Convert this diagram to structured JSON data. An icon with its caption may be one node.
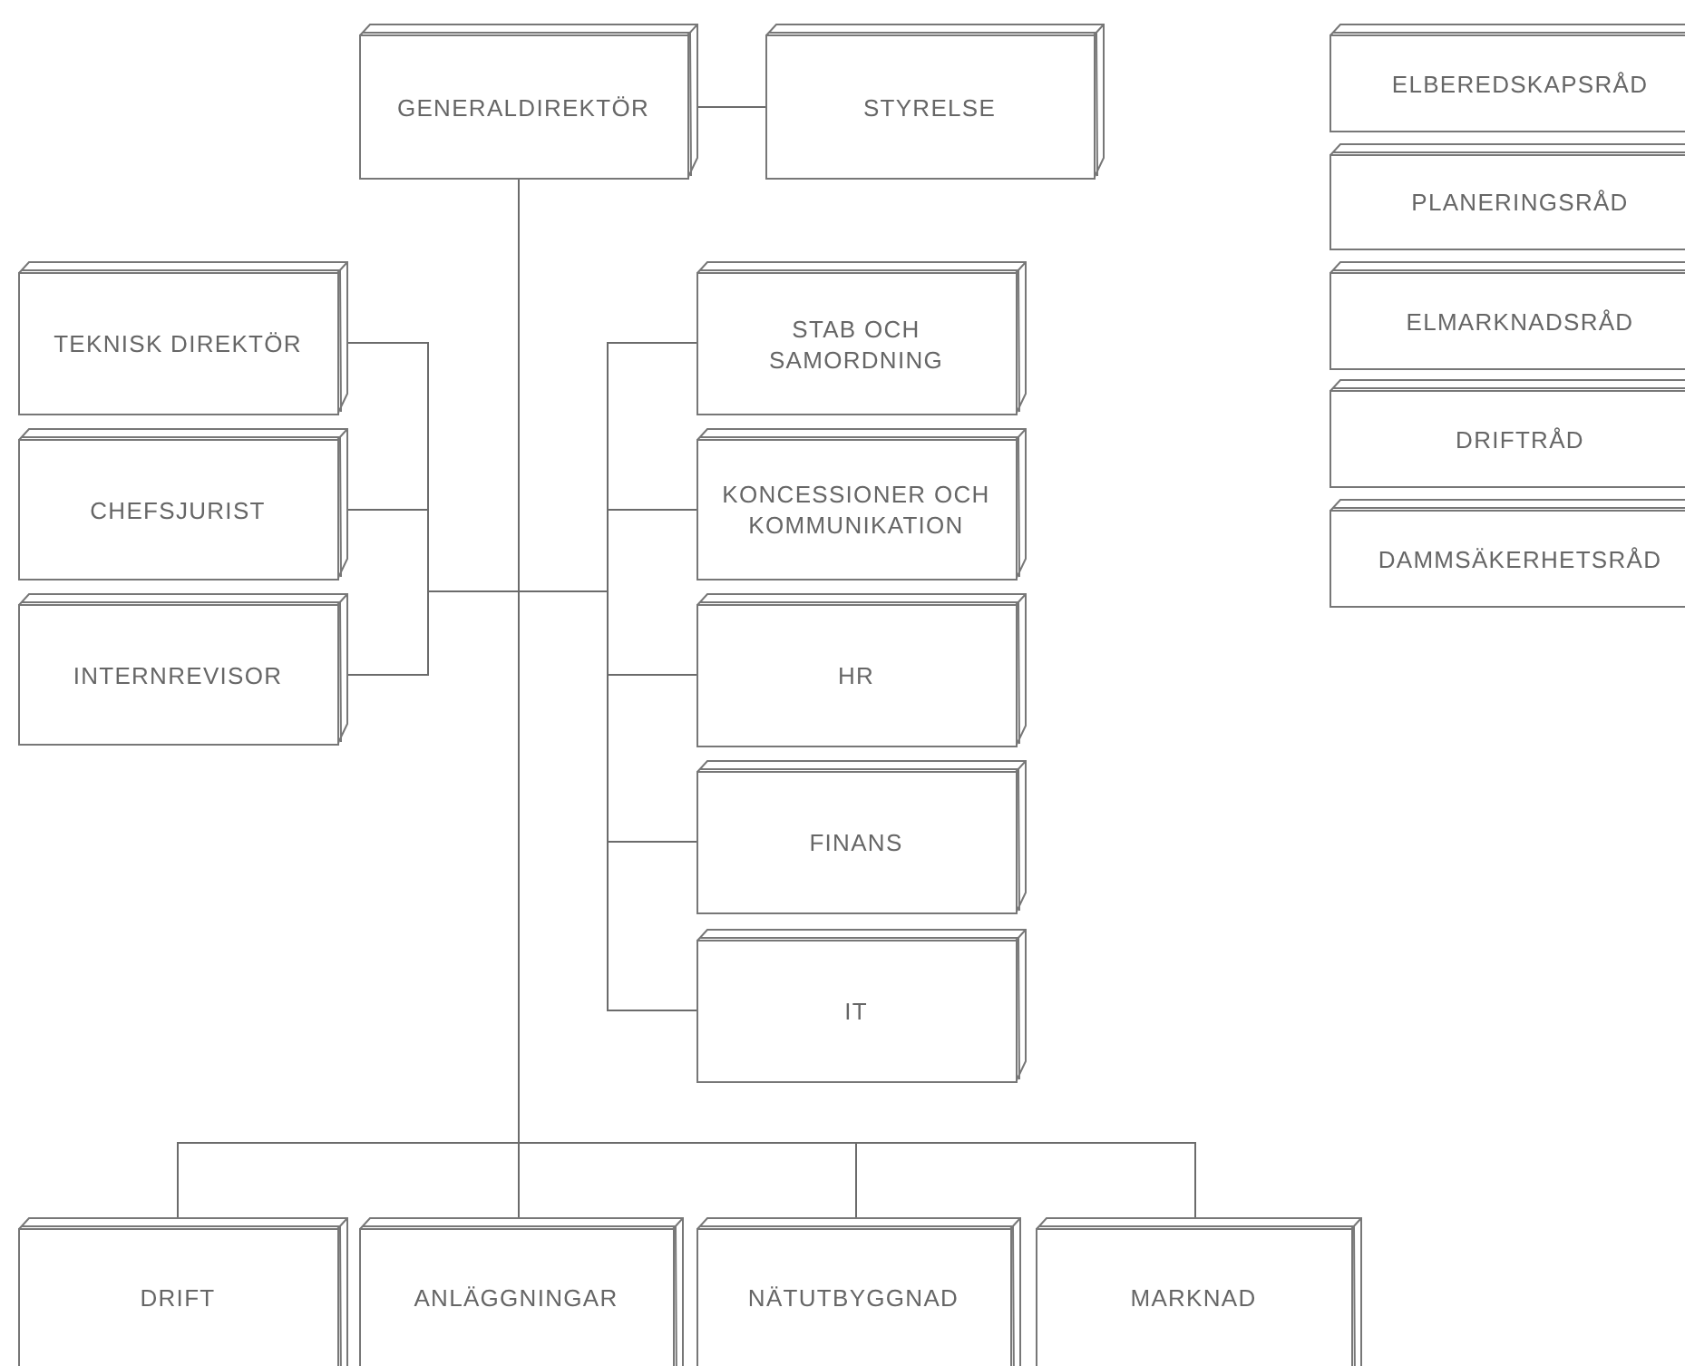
{
  "diagram": {
    "nodes": [
      {
        "text": [
          "GENERALDIREKTÖR"
        ]
      },
      {
        "text": [
          "STYRELSE"
        ]
      },
      {
        "text": [
          "TEKNISK DIREKTÖR"
        ]
      },
      {
        "text": [
          "CHEFSJURIST"
        ]
      },
      {
        "text": [
          "INTERNREVISOR"
        ]
      },
      {
        "text": [
          "STAB OCH SAMORDNING"
        ]
      },
      {
        "text": [
          "KONCESSIONER OCH KOMMUNIKATION"
        ]
      },
      {
        "text": [
          "HR"
        ]
      },
      {
        "text": [
          "FINANS"
        ]
      },
      {
        "text": [
          "IT"
        ]
      },
      {
        "text": [
          "DRIFT"
        ]
      },
      {
        "text": [
          "ANLÄGGNINGAR"
        ]
      },
      {
        "text": [
          "NÄTUTBYGGNAD"
        ]
      },
      {
        "text": [
          "MARKNAD"
        ]
      },
      {
        "text": [
          "ELBEREDSKAPSRÅD"
        ]
      },
      {
        "text": [
          "PLANERINGSRÅD"
        ]
      },
      {
        "text": [
          "ELMARKNADSRÅD"
        ]
      },
      {
        "text": [
          "DRIFTRÅD"
        ]
      },
      {
        "text": [
          "DAMMSÄKERHETSRÅD"
        ]
      }
    ],
    "edges": [
      {
        "from": 0,
        "to": 1,
        "arrow": "none"
      },
      {
        "from": 0,
        "to": 2,
        "arrow": "none"
      },
      {
        "from": 0,
        "to": 3,
        "arrow": "none"
      },
      {
        "from": 0,
        "to": 4,
        "arrow": "none"
      },
      {
        "from": 0,
        "to": 5,
        "arrow": "none"
      },
      {
        "from": 0,
        "to": 6,
        "arrow": "none"
      },
      {
        "from": 0,
        "to": 7,
        "arrow": "none"
      },
      {
        "from": 0,
        "to": 8,
        "arrow": "none"
      },
      {
        "from": 0,
        "to": 9,
        "arrow": "none"
      },
      {
        "from": 0,
        "to": 10,
        "arrow": "none"
      },
      {
        "from": 0,
        "to": 11,
        "arrow": "none"
      },
      {
        "from": 0,
        "to": 12,
        "arrow": "none"
      },
      {
        "from": 0,
        "to": 13,
        "arrow": "none"
      }
    ]
  }
}
